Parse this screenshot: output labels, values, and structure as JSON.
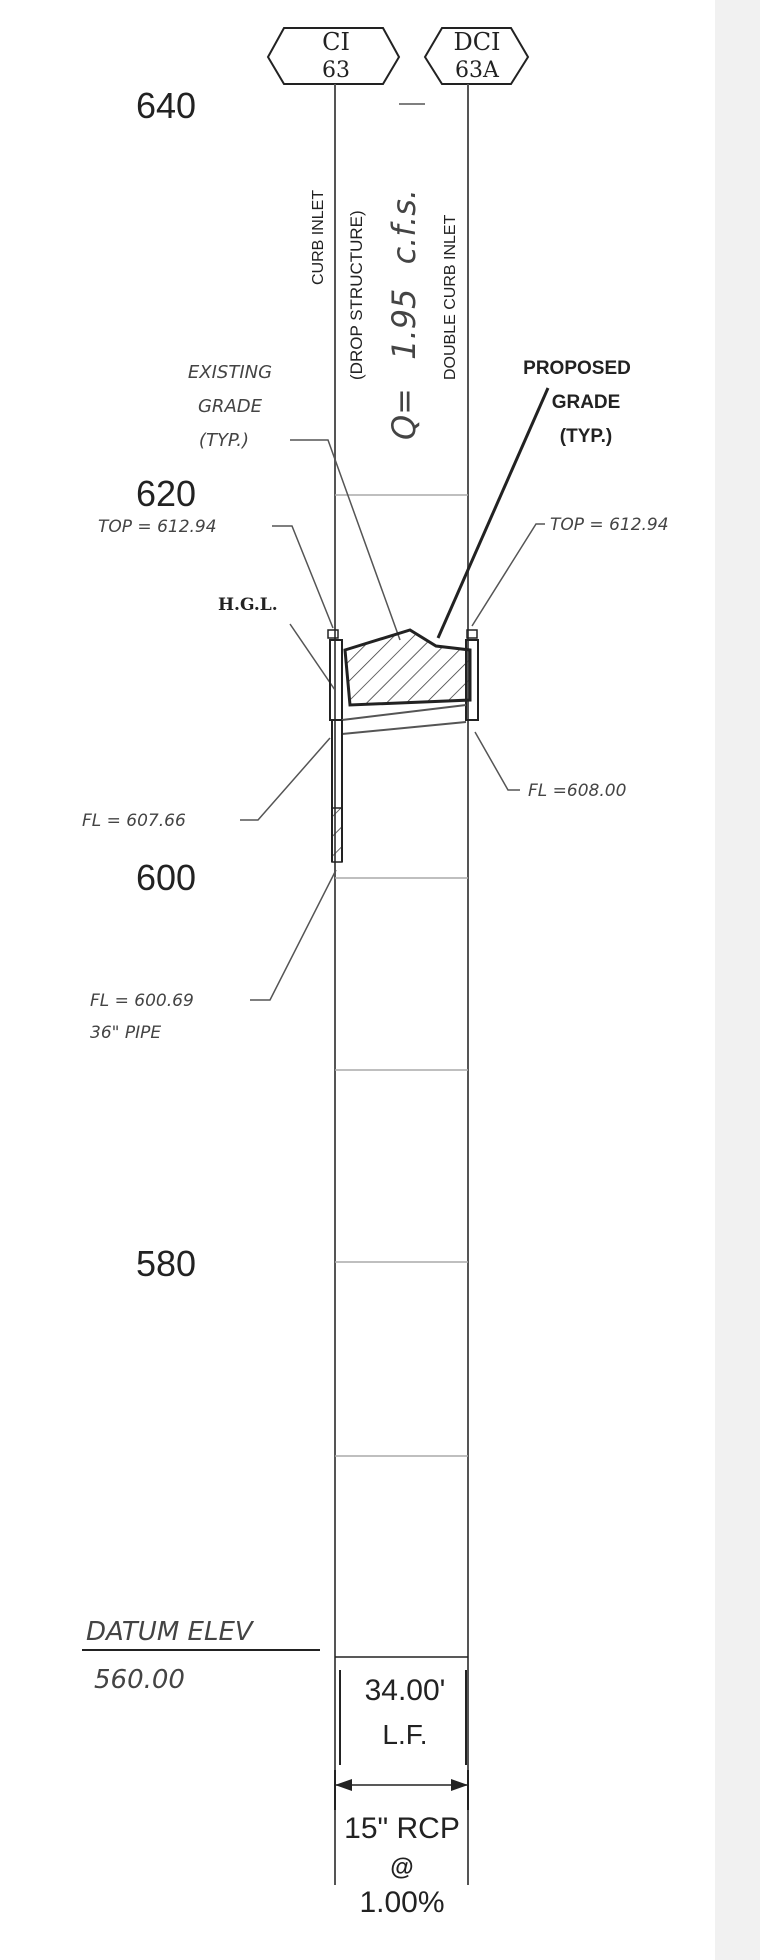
{
  "structures": {
    "left": {
      "type": "CI",
      "number": "63",
      "description": "CURB INLET"
    },
    "drop": {
      "description": "(DROP STRUCTURE)"
    },
    "right": {
      "type": "DCI",
      "number": "63A",
      "description": "DOUBLE CURB INLET"
    }
  },
  "flow": {
    "label": "Q=",
    "value": "1.95",
    "units": "c.f.s."
  },
  "elevation_labels": [
    "640",
    "620",
    "600",
    "580"
  ],
  "annotations": {
    "existing_grade": [
      "EXISTING",
      "GRADE",
      "(TYP.)"
    ],
    "proposed_grade": [
      "PROPOSED",
      "GRADE",
      "(TYP.)"
    ],
    "top_left": "TOP = 612.94",
    "top_right": "TOP = 612.94",
    "hgl": "H.G.L.",
    "fl_left": "FL = 607.66",
    "fl_right": "FL =608.00",
    "fl_bottom": "FL = 600.69",
    "pipe_size": "36\" PIPE"
  },
  "datum": {
    "label": "DATUM ELEV",
    "value": "560.00"
  },
  "pipe": {
    "length": "34.00'",
    "length_units": "L.F.",
    "size": "15\" RCP",
    "at": "@",
    "slope": "1.00%"
  },
  "colors": {
    "line": "#555555",
    "dark_line": "#222222",
    "grid_line": "#aaaaaa",
    "annotation_gray": "#444444",
    "margin": "#f1f1f1"
  }
}
